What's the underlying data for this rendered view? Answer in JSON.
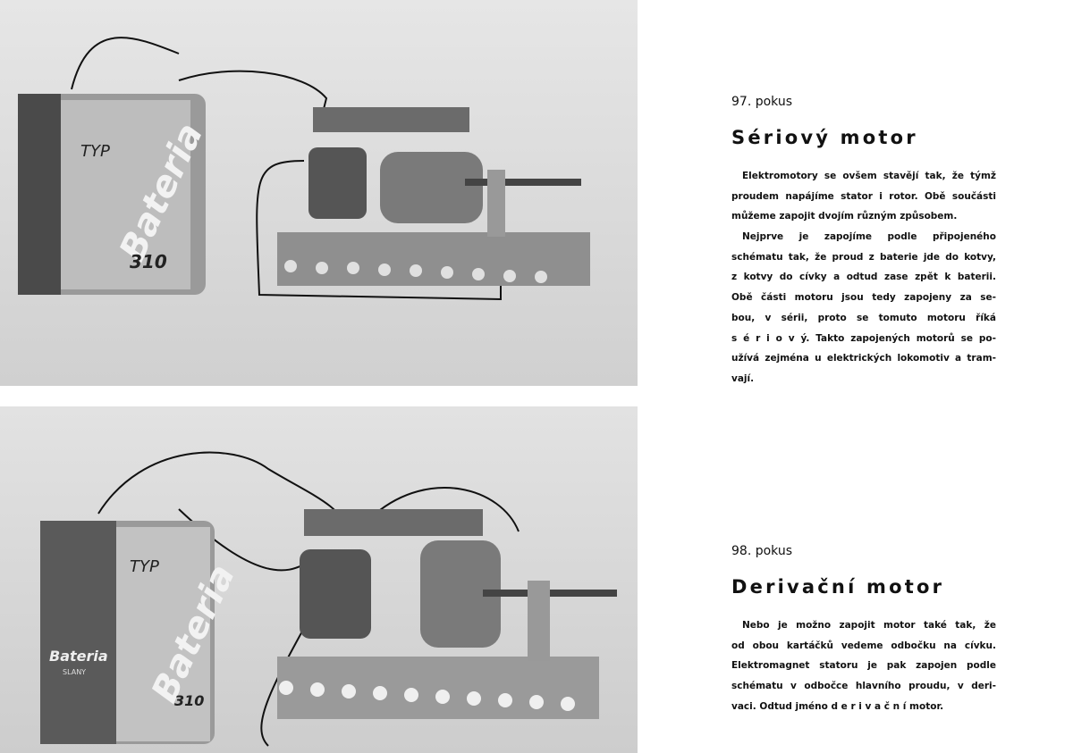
{
  "experiments": [
    {
      "number": "97. pokus",
      "title": "Sériový motor",
      "paragraphs": [
        [
          "Elektromotory se ovšem stavějí tak, že týmž",
          "proudem napájíme stator i rotor. Obě součásti",
          "můžeme zapojit dvojím různým způsobem."
        ],
        [
          "Nejprve je zapojíme podle připojeného",
          "schématu tak, že proud z baterie jde do kotvy,",
          "z kotvy do cívky a odtud zase zpět k baterii.",
          "Obě části motoru jsou tedy zapojeny za se-",
          "bou, v sérii, proto se tomuto motoru říká",
          "s é r i o v ý. Takto zapojených motorů se po-",
          "užívá zejména u elektrických lokomotiv a tram-",
          "vají."
        ]
      ]
    },
    {
      "number": "98. pokus",
      "title": "Derivační motor",
      "paragraphs": [
        [
          "Nebo je možno zapojit motor také tak, že",
          "od obou kartáčků vedeme odbočku na cívku.",
          "Elektromagnet statoru je pak zapojen podle",
          "schématu v odbočce hlavního proudu, v deri-",
          "vaci. Odtud jméno d e r i v a č n í motor."
        ]
      ]
    }
  ],
  "photos": {
    "battery_label": {
      "type": "TYP",
      "brand": "Bateria",
      "model": "310",
      "maker": "SLANY"
    }
  }
}
